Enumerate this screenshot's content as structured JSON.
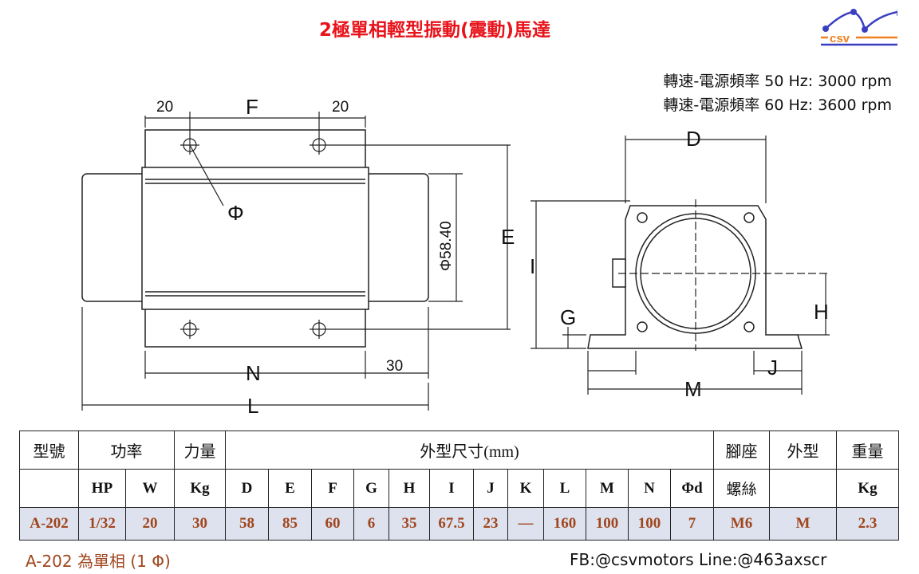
{
  "title": "2極單相輕型振動(震動)馬達",
  "logo": {
    "text": "csv",
    "orange": "#f08020",
    "blue": "#3a3fc0"
  },
  "specs": [
    "轉速-電源頻率 50 Hz: 3000 rpm",
    "轉速-電源頻率 60 Hz: 3600 rpm"
  ],
  "drawing_labels": {
    "F": "F",
    "left20": "20",
    "right20": "20",
    "phi": "Φ",
    "phi58": "Φ58.40",
    "E": "E",
    "N": "N",
    "n30": "30",
    "L": "L",
    "D": "D",
    "I": "I",
    "G": "G",
    "H": "H",
    "J": "J",
    "M": "M"
  },
  "table": {
    "header1": {
      "model": "型號",
      "power": "功率",
      "force": "力量",
      "dims": "外型尺寸(mm)",
      "foot": "腳座",
      "shape": "外型",
      "weight": "重量"
    },
    "header2": [
      "HP",
      "W",
      "Kg",
      "D",
      "E",
      "F",
      "G",
      "H",
      "I",
      "J",
      "K",
      "L",
      "M",
      "N",
      "Φd",
      "螺絲",
      "",
      "Kg"
    ],
    "row": [
      "A-202",
      "1/32",
      "20",
      "30",
      "58",
      "85",
      "60",
      "6",
      "35",
      "67.5",
      "23",
      "—",
      "160",
      "100",
      "100",
      "7",
      "M6",
      "M",
      "2.3"
    ]
  },
  "note": "A-202 為單相 (1 Φ)",
  "contact": "FB:@csvmotors  Line:@463axscr"
}
